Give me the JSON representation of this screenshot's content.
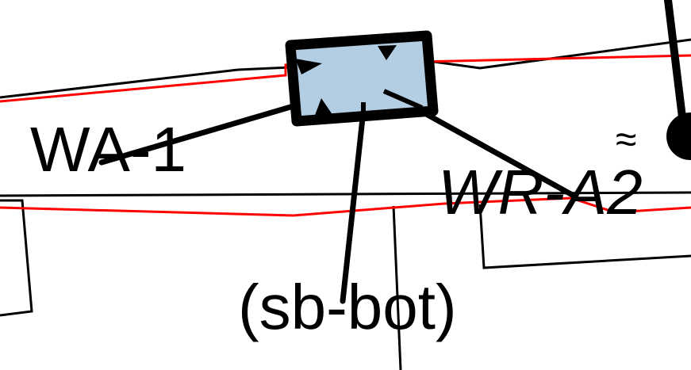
{
  "labels": {
    "left": "WA-1",
    "right": "WR-A2",
    "bottom": "(sb-bot)",
    "symbol": "≈"
  },
  "colors": {
    "box_fill": "#b3cde3",
    "red_line": "#ff0000",
    "ink": "#000000",
    "background": "#ffffff"
  }
}
